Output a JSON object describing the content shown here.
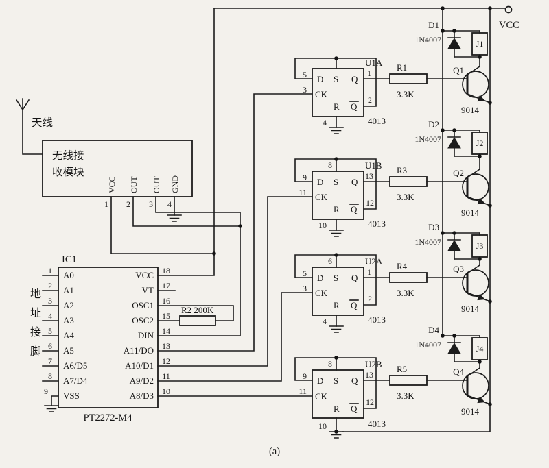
{
  "figure_label": "(a)",
  "vcc": "VCC",
  "antenna_label": "天线",
  "receiver": {
    "name_line1": "无线接",
    "name_line2": "收模块",
    "pin_labels": [
      "VCC",
      "OUT",
      "OUT",
      "GND"
    ],
    "pin_numbers": [
      "1",
      "2",
      "3",
      "4"
    ]
  },
  "ic1": {
    "designator": "IC1",
    "part": "PT2272-M4",
    "side_label_chars": [
      "地",
      "址",
      "接",
      "脚"
    ],
    "left_pins": [
      {
        "num": "1",
        "name": "A0"
      },
      {
        "num": "2",
        "name": "A1"
      },
      {
        "num": "3",
        "name": "A2"
      },
      {
        "num": "4",
        "name": "A3"
      },
      {
        "num": "5",
        "name": "A4"
      },
      {
        "num": "6",
        "name": "A5"
      },
      {
        "num": "7",
        "name": "A6/D5"
      },
      {
        "num": "8",
        "name": "A7/D4"
      },
      {
        "num": "9",
        "name": "VSS"
      }
    ],
    "right_pins": [
      {
        "num": "18",
        "name": "VCC"
      },
      {
        "num": "17",
        "name": "VT"
      },
      {
        "num": "16",
        "name": "OSC1"
      },
      {
        "num": "15",
        "name": "OSC2"
      },
      {
        "num": "14",
        "name": "DIN"
      },
      {
        "num": "13",
        "name": "A11/DO"
      },
      {
        "num": "12",
        "name": "A10/D1"
      },
      {
        "num": "11",
        "name": "A9/D2"
      },
      {
        "num": "10",
        "name": "A8/D3"
      }
    ]
  },
  "r2_label": "R2 200K",
  "ff_port_labels": {
    "d": "D",
    "s": "S",
    "q": "Q",
    "ck": "CK",
    "r": "R",
    "qbar": "Q"
  },
  "flipflops": [
    {
      "name": "U1A",
      "chip": "4013",
      "pins": {
        "d": "5",
        "ck": "3",
        "q": "1",
        "qbar": "2",
        "r": "4",
        "s": ""
      }
    },
    {
      "name": "U1B",
      "chip": "4013",
      "pins": {
        "d": "9",
        "ck": "11",
        "q": "13",
        "qbar": "12",
        "r": "10",
        "s": "8"
      }
    },
    {
      "name": "U2A",
      "chip": "4013",
      "pins": {
        "d": "5",
        "ck": "3",
        "q": "1",
        "qbar": "2",
        "r": "4",
        "s": "6"
      }
    },
    {
      "name": "U2B",
      "chip": "4013",
      "pins": {
        "d": "9",
        "ck": "11",
        "q": "13",
        "qbar": "12",
        "r": "10",
        "s": "8"
      }
    }
  ],
  "stages": [
    {
      "resistor": "R1",
      "resistor_value": "3.3K",
      "diode": "D1",
      "diode_part": "1N4007",
      "relay": "J1",
      "transistor": "Q1",
      "transistor_part": "9014"
    },
    {
      "resistor": "R3",
      "resistor_value": "3.3K",
      "diode": "D2",
      "diode_part": "1N4007",
      "relay": "J2",
      "transistor": "Q2",
      "transistor_part": "9014"
    },
    {
      "resistor": "R4",
      "resistor_value": "3.3K",
      "diode": "D3",
      "diode_part": "1N4007",
      "relay": "J3",
      "transistor": "Q3",
      "transistor_part": "9014"
    },
    {
      "resistor": "R5",
      "resistor_value": "3.3K",
      "diode": "D4",
      "diode_part": "1N4007",
      "relay": "J4",
      "transistor": "Q4",
      "transistor_part": "9014"
    }
  ],
  "colors": {
    "ink": "#1c1c1c",
    "paper": "#f3f1ec"
  }
}
